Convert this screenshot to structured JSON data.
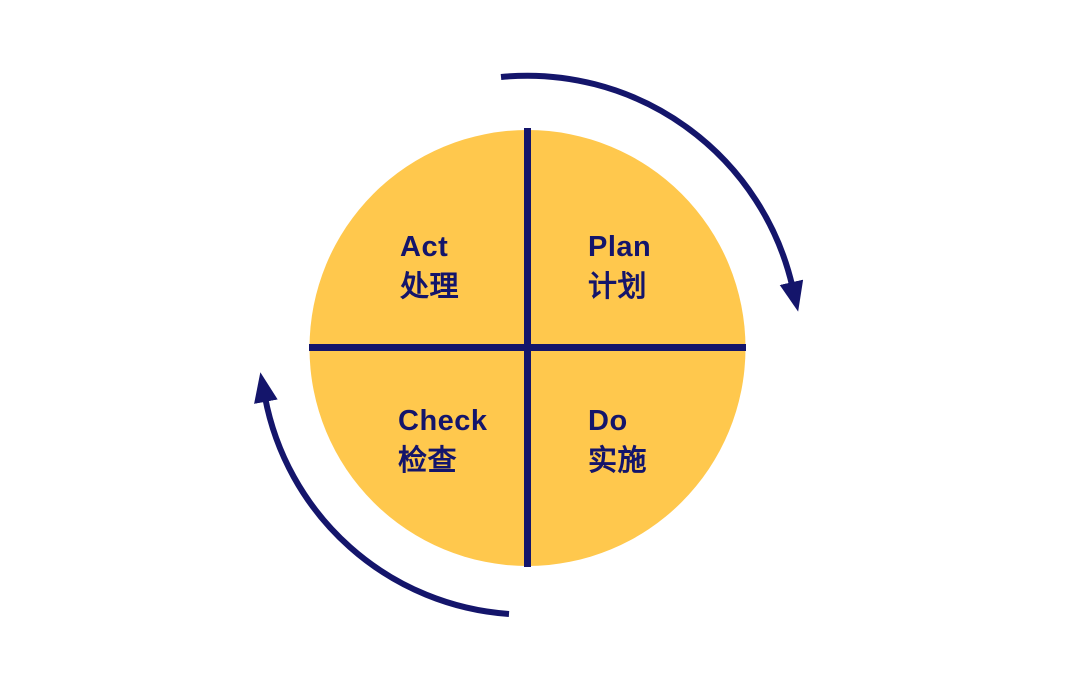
{
  "diagram": {
    "type": "cycle",
    "direction": "clockwise",
    "quadrants": [
      {
        "id": "plan",
        "en": "Plan",
        "zh": "计划",
        "position": "top-right"
      },
      {
        "id": "do",
        "en": "Do",
        "zh": "实施",
        "position": "bottom-right"
      },
      {
        "id": "check",
        "en": "Check",
        "zh": "检查",
        "position": "bottom-left"
      },
      {
        "id": "act",
        "en": "Act",
        "zh": "处理",
        "position": "top-left"
      }
    ]
  },
  "colors": {
    "background": "#ffffff",
    "circle_fill": "#ffc84d",
    "divider_line": "#14156b",
    "arrow": "#14156b",
    "text": "#14156b"
  }
}
